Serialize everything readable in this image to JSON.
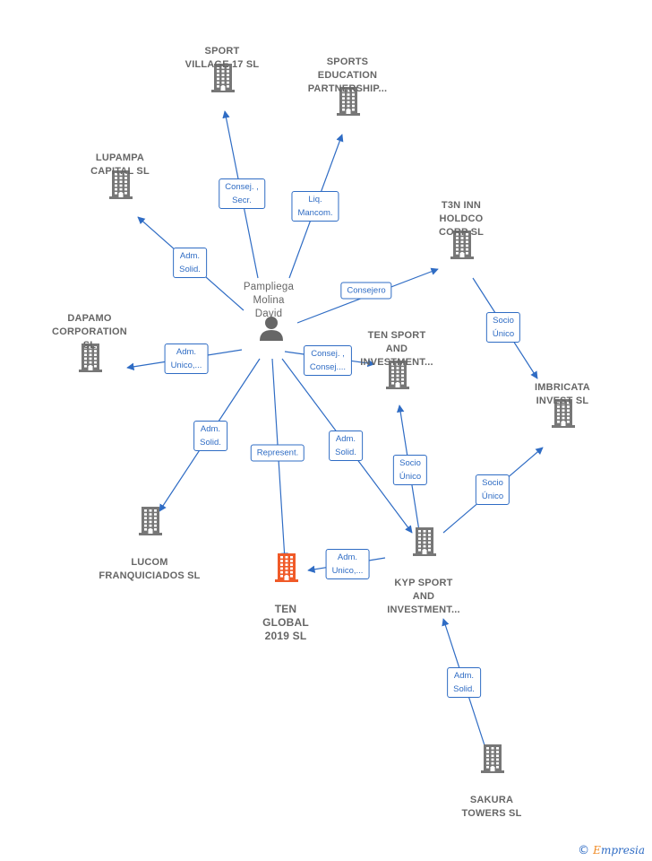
{
  "center": {
    "label": "Pampliega\nMolina\nDavid",
    "icon": "person-icon"
  },
  "nodes": [
    {
      "id": "sport-village",
      "label": "SPORT\nVILLAGE 17  SL",
      "icon": "building-icon",
      "color": "#777777"
    },
    {
      "id": "sports-education",
      "label": "SPORTS\nEDUCATION\nPARTNERSHIP...",
      "icon": "building-icon",
      "color": "#777777"
    },
    {
      "id": "lupampa",
      "label": "LUPAMPA\nCAPITAL  SL",
      "icon": "building-icon",
      "color": "#777777"
    },
    {
      "id": "t3n",
      "label": "T3N INN\nHOLDCO\nCORP  SL",
      "icon": "building-icon",
      "color": "#777777"
    },
    {
      "id": "dapamo",
      "label": "DAPAMO\nCORPORATION\nSL",
      "icon": "building-icon",
      "color": "#777777"
    },
    {
      "id": "ten-sport",
      "label": "TEN SPORT\nAND\nINVESTMENT...",
      "icon": "building-icon",
      "color": "#777777"
    },
    {
      "id": "imbricata",
      "label": "IMBRICATA\nINVEST  SL",
      "icon": "building-icon",
      "color": "#777777"
    },
    {
      "id": "lucom",
      "label": "LUCOM\nFRANQUICIADOS SL",
      "icon": "building-icon",
      "color": "#777777"
    },
    {
      "id": "ten-global",
      "label": "TEN\nGLOBAL\n2019  SL",
      "icon": "building-icon",
      "color": "#f05a28"
    },
    {
      "id": "kyp",
      "label": "KYP SPORT\nAND\nINVESTMENT...",
      "icon": "building-icon",
      "color": "#777777"
    },
    {
      "id": "sakura",
      "label": "SAKURA\nTOWERS SL",
      "icon": "building-icon",
      "color": "#777777"
    }
  ],
  "edges": [
    {
      "id": "e1",
      "label": "Consej. ,\nSecr."
    },
    {
      "id": "e2",
      "label": "Liq.\nMancom."
    },
    {
      "id": "e3",
      "label": "Adm.\nSolid."
    },
    {
      "id": "e4",
      "label": "Consejero"
    },
    {
      "id": "e5",
      "label": "Adm.\nUnico,..."
    },
    {
      "id": "e6",
      "label": "Consej. ,\nConsej...."
    },
    {
      "id": "e7",
      "label": "Adm.\nSolid."
    },
    {
      "id": "e8",
      "label": "Represent."
    },
    {
      "id": "e9",
      "label": "Adm.\nSolid."
    },
    {
      "id": "e10",
      "label": "Socio\nÚnico"
    },
    {
      "id": "e11",
      "label": "Socio\nÚnico"
    },
    {
      "id": "e12",
      "label": "Socio\nÚnico"
    },
    {
      "id": "e13",
      "label": "Adm.\nUnico,..."
    },
    {
      "id": "e14",
      "label": "Adm.\nSolid."
    }
  ],
  "colors": {
    "edge": "#2f6cc4",
    "building": "#777777",
    "focus": "#f05a28",
    "person": "#666666"
  },
  "watermark": {
    "symbol": "©",
    "brand_initial": "E",
    "brand_rest": "mpresia"
  }
}
